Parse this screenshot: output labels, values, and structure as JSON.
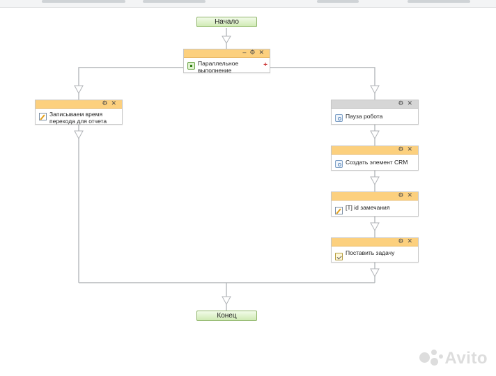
{
  "flow": {
    "start_label": "Начало",
    "end_label": "Конец",
    "parallel": {
      "title": "Параллельное выполнение"
    },
    "left_branch": {
      "title": "Записываем время перехода для отчета"
    },
    "right_branch": [
      {
        "title": "Пауза робота",
        "state": "paused"
      },
      {
        "title": "Создать элемент CRM",
        "state": "active"
      },
      {
        "title": "[T] id замечания",
        "state": "active"
      },
      {
        "title": "Поставить задачу",
        "state": "active"
      }
    ]
  },
  "controls": {
    "minimize": "–",
    "settings": "⚙",
    "close": "✕",
    "add": "+"
  },
  "colors": {
    "header_active": "#fcd07e",
    "header_paused": "#d6d6d6",
    "start_end_fill": "#cfeab4",
    "connector": "#b5b8bc"
  },
  "watermark": {
    "text": "Avito"
  }
}
